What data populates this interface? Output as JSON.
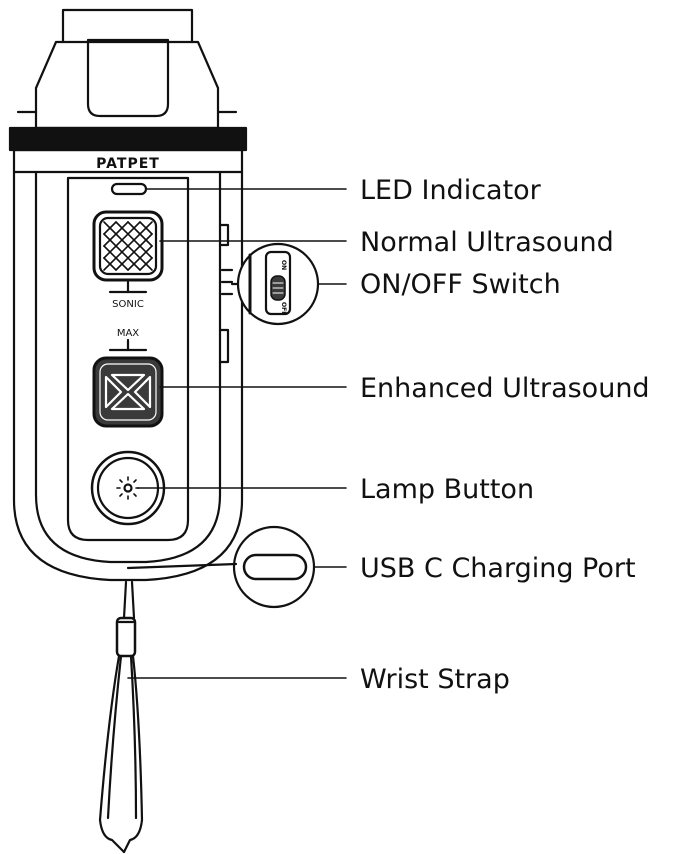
{
  "device": {
    "brand": "PATPET",
    "sonic_label": "SONIC",
    "max_label": "MAX",
    "switch_on": "ON",
    "switch_off": "OFF"
  },
  "callouts": {
    "led": "LED Indicator",
    "normal": "Normal Ultrasound",
    "switch": "ON/OFF Switch",
    "enhanced": "Enhanced Ultrasound",
    "lamp": "Lamp Button",
    "usb": "USB C Charging Port",
    "strap": "Wrist Strap"
  },
  "colors": {
    "line": "#111111",
    "dark": "#3a3a3a",
    "background": "#ffffff"
  }
}
